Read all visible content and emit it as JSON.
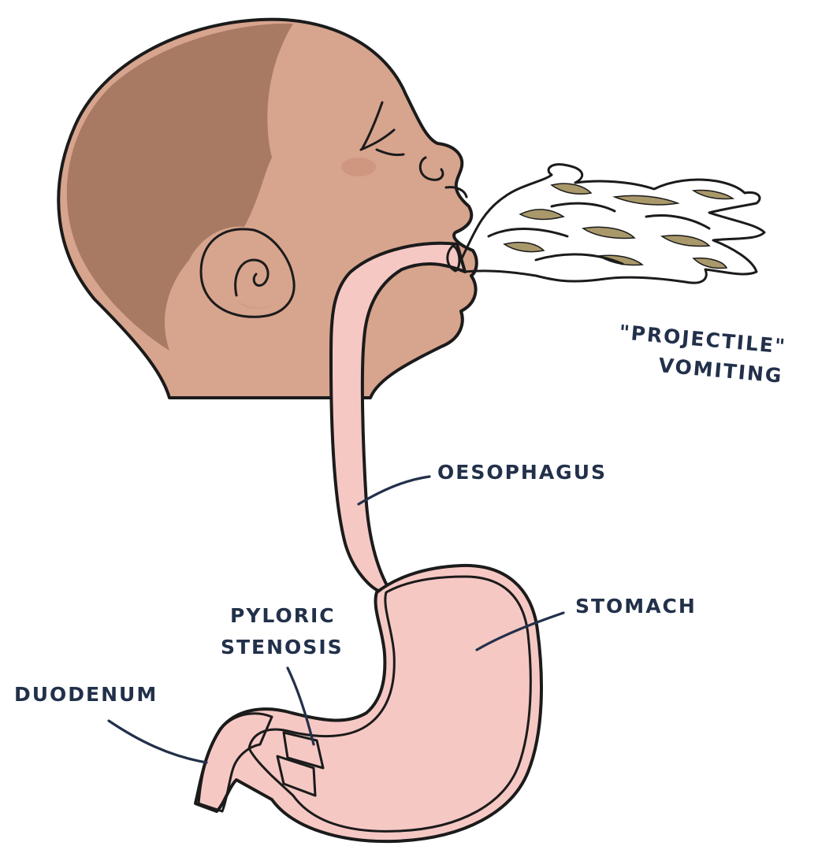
{
  "labels": {
    "vomit_line1": "\"PROJECTILE\"",
    "vomit_line2": "VOMITING",
    "oesophagus": "OESOPHAGUS",
    "stomach": "STOMACH",
    "pyloric_line1": "PYLORIC",
    "pyloric_line2": "STENOSIS",
    "duodenum": "DUODENUM"
  },
  "colors": {
    "skin": "#d7a48e",
    "hair": "#a97a63",
    "cheek": "#cf9680",
    "oesophagus": "#f6c8c4",
    "stomach": "#ee7a6b",
    "stomach_lining": "#f6c8c4",
    "pylorus": "#a8281c",
    "vomit": "#e6d9c3",
    "vomit_chunks": "#a9986a",
    "outline": "#1b1b1b",
    "label_ink": "#22304a"
  }
}
